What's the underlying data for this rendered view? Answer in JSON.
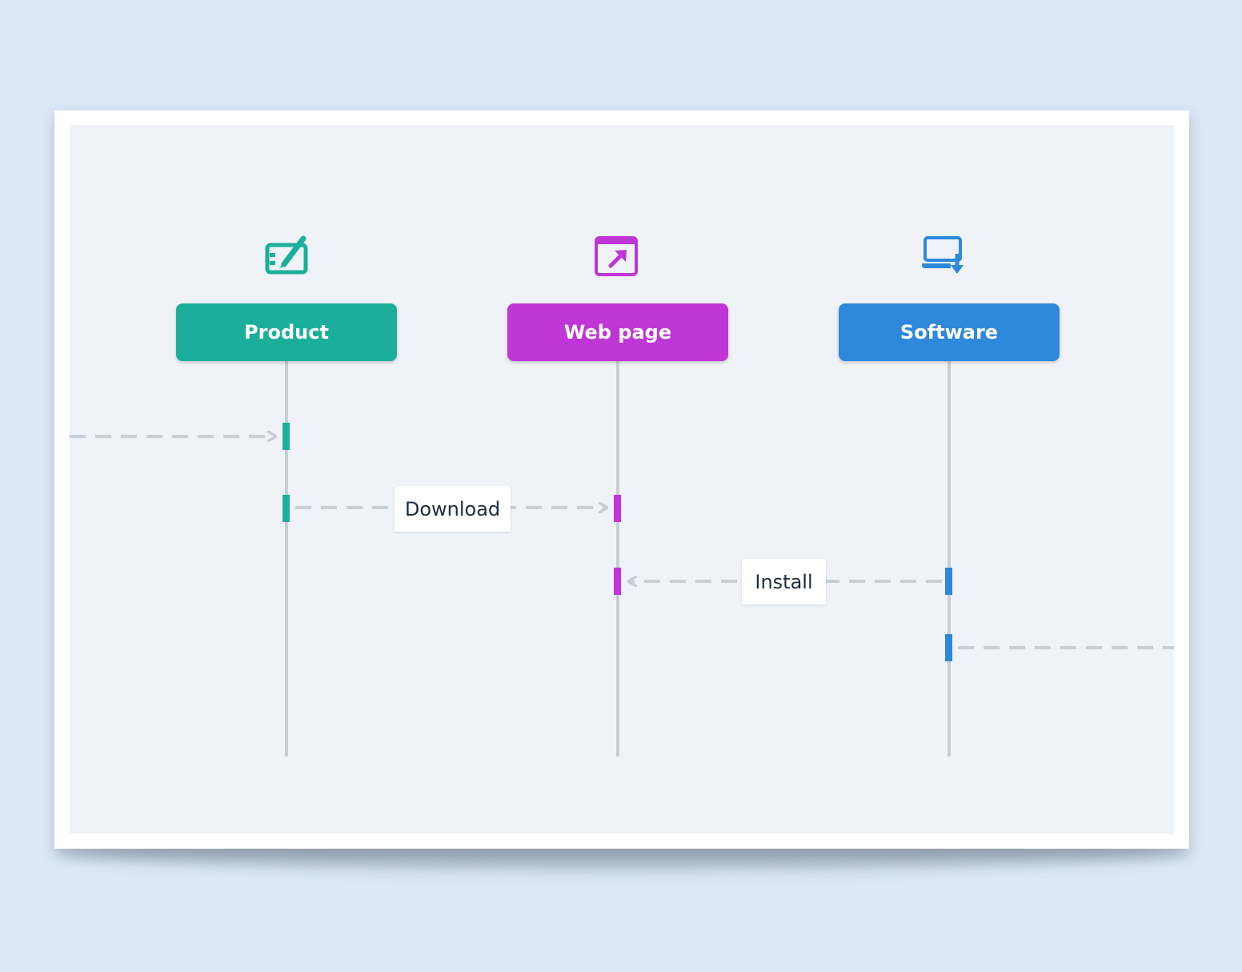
{
  "participants": [
    {
      "label": "Product",
      "color": "#1baf9b",
      "icon": "drawing-tablet-icon"
    },
    {
      "label": "Web page",
      "color": "#bf35d5",
      "icon": "external-link-window-icon"
    },
    {
      "label": "Software",
      "color": "#2e88dc",
      "icon": "laptop-download-icon"
    }
  ],
  "messages": [
    {
      "from": "offscreen-left",
      "to": "Product",
      "label": ""
    },
    {
      "from": "Product",
      "to": "Web page",
      "label": "Download"
    },
    {
      "from": "Software",
      "to": "Web page",
      "label": "Install"
    },
    {
      "from": "Software",
      "to": "offscreen-right",
      "label": ""
    }
  ],
  "colors": {
    "page_background": "#dce8f7",
    "canvas_background": "#eff3f7",
    "lifeline": "#c7ced6",
    "connector": "#c7ced6",
    "label_text": "#1f2d3d"
  }
}
